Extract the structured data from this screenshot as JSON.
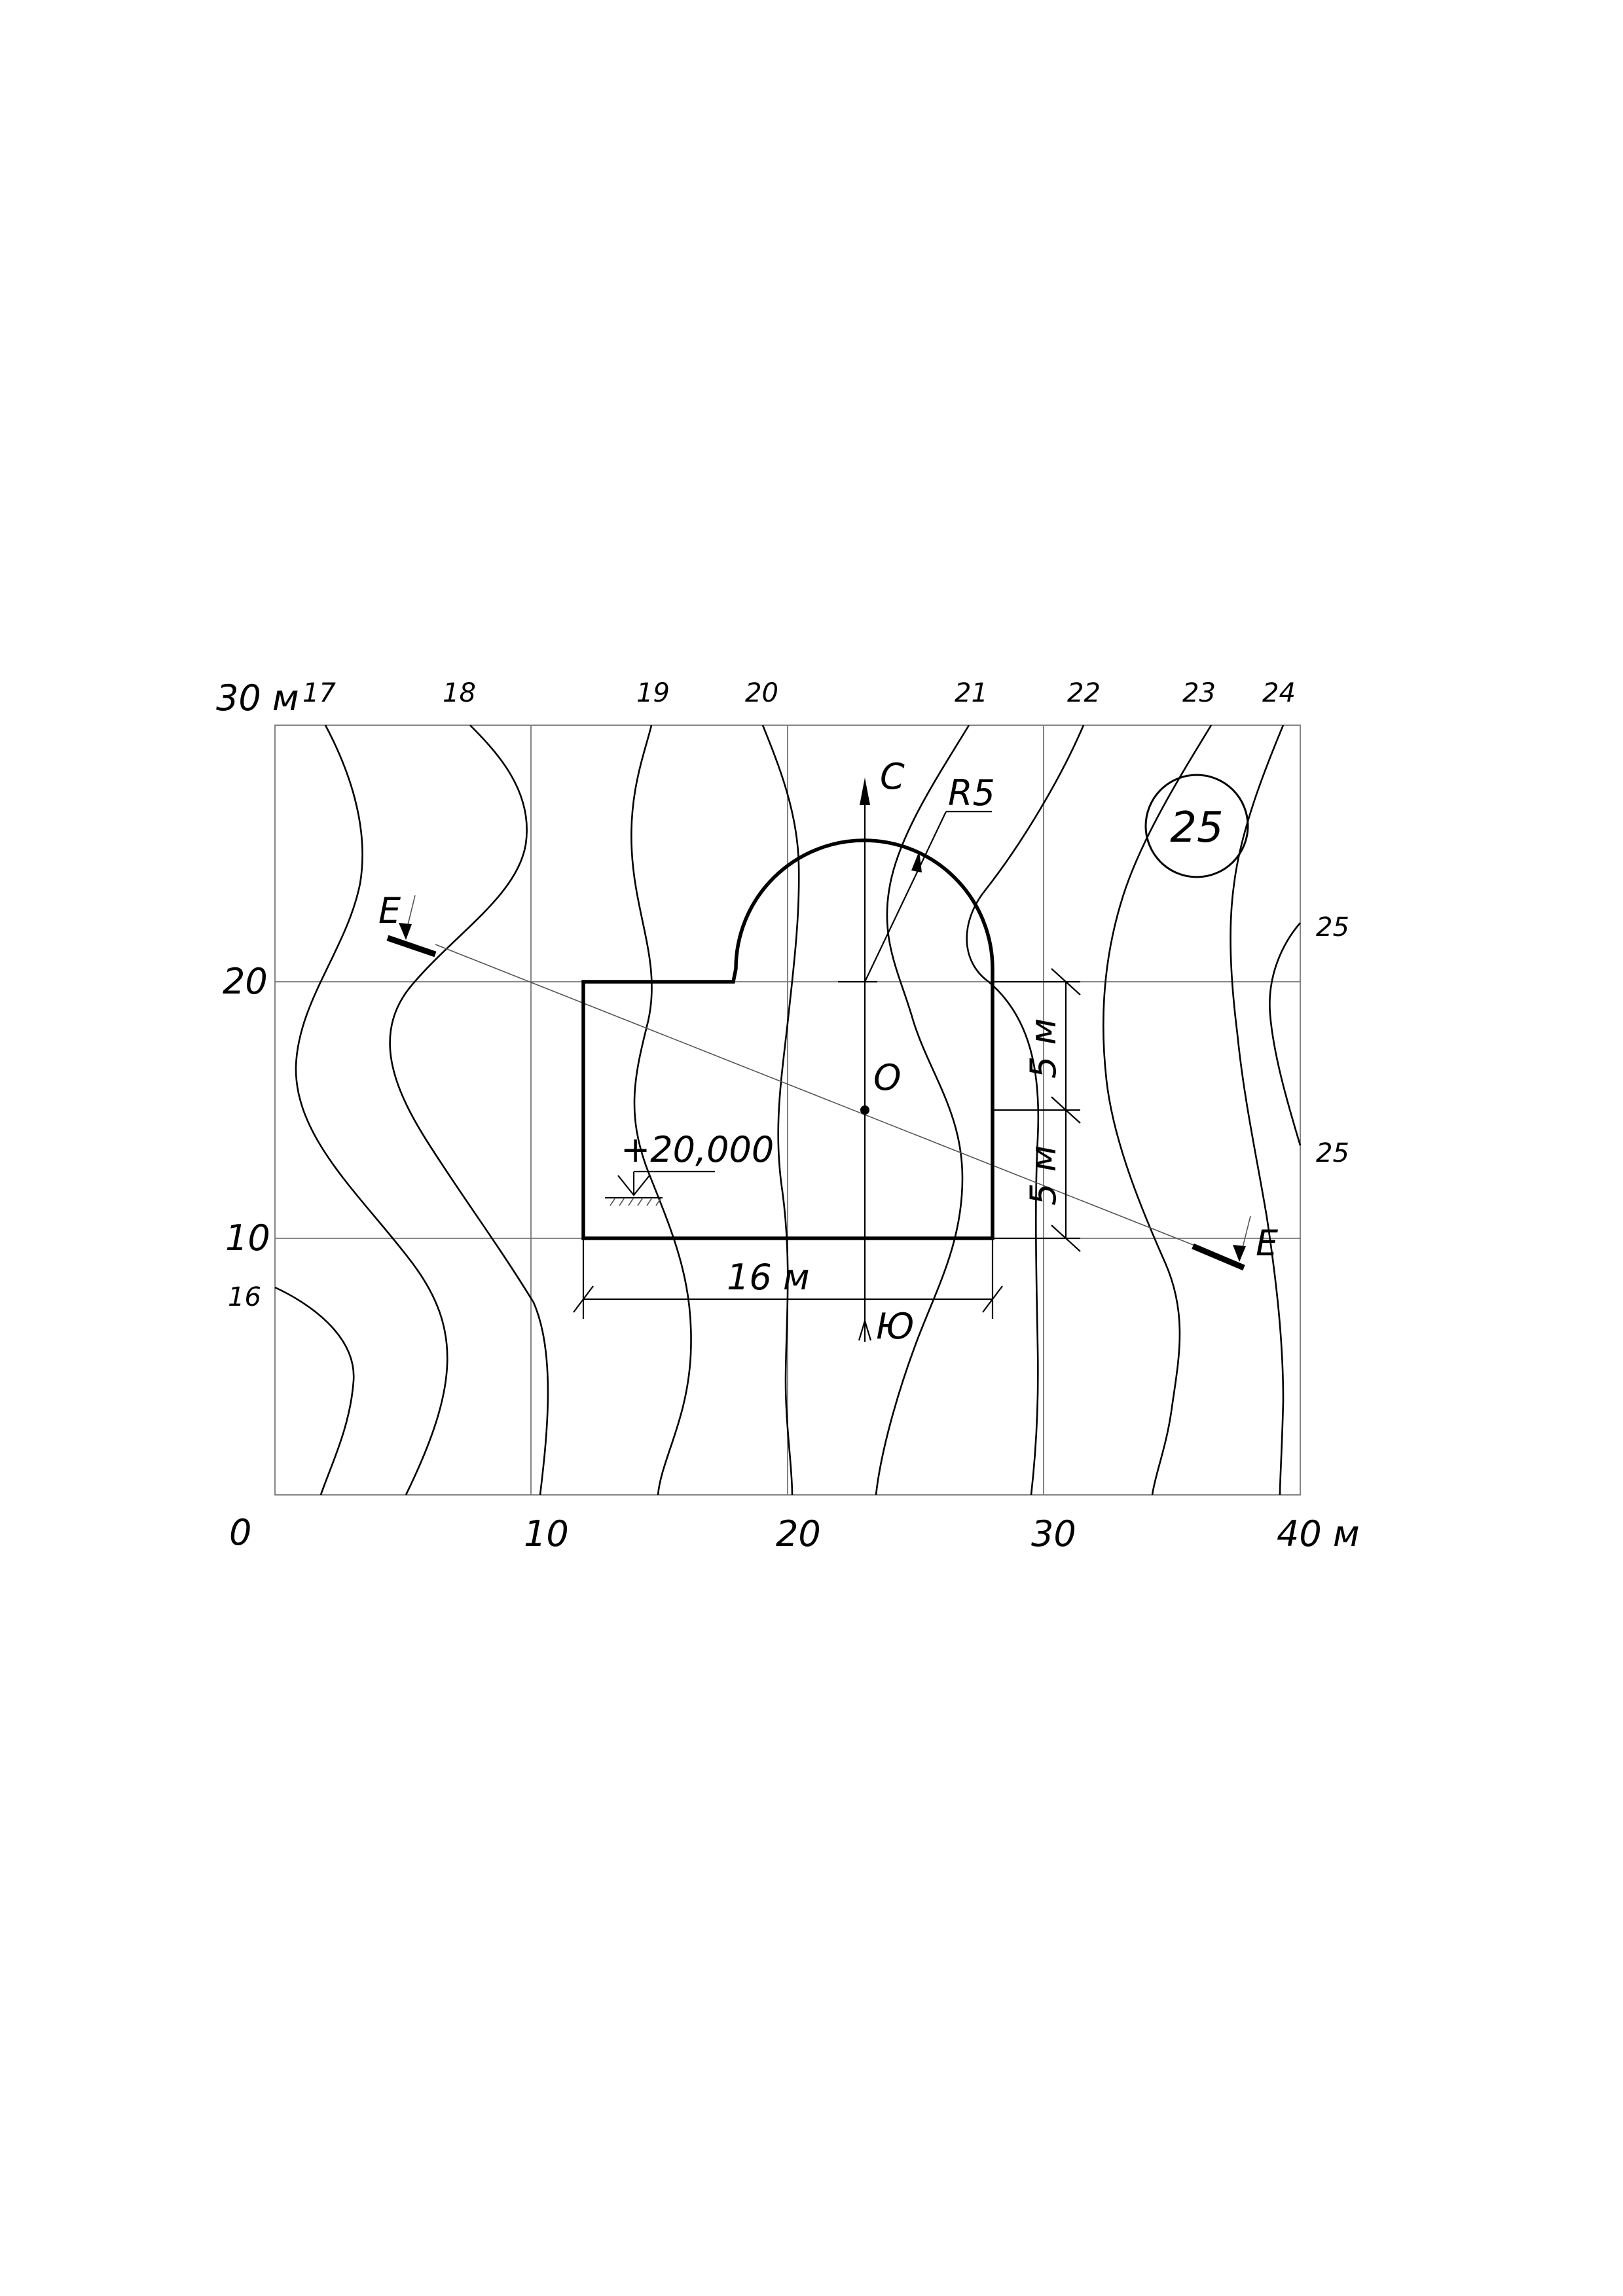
{
  "drawing": {
    "badge": "25",
    "axis_labels": {
      "y_top": "30 м",
      "y_20": "20",
      "y_10": "10",
      "origin": "0",
      "x_10": "10",
      "x_20": "20",
      "x_30": "30",
      "x_40": "40 м"
    },
    "contours": {
      "c17": "17",
      "c18": "18",
      "c19": "19",
      "c20": "20",
      "c21": "21",
      "c22": "22",
      "c23": "23",
      "c24": "24",
      "c25_upper": "25",
      "c25_lower": "25",
      "c16": "16"
    },
    "building": {
      "elevation": "+20,000",
      "width_dim": "16 м",
      "radius": "R5",
      "dim_upper": "5 м",
      "dim_lower": "5 м",
      "center": "O",
      "north": "С",
      "south": "Ю"
    },
    "section": {
      "left": "Е",
      "right": "Е"
    }
  }
}
